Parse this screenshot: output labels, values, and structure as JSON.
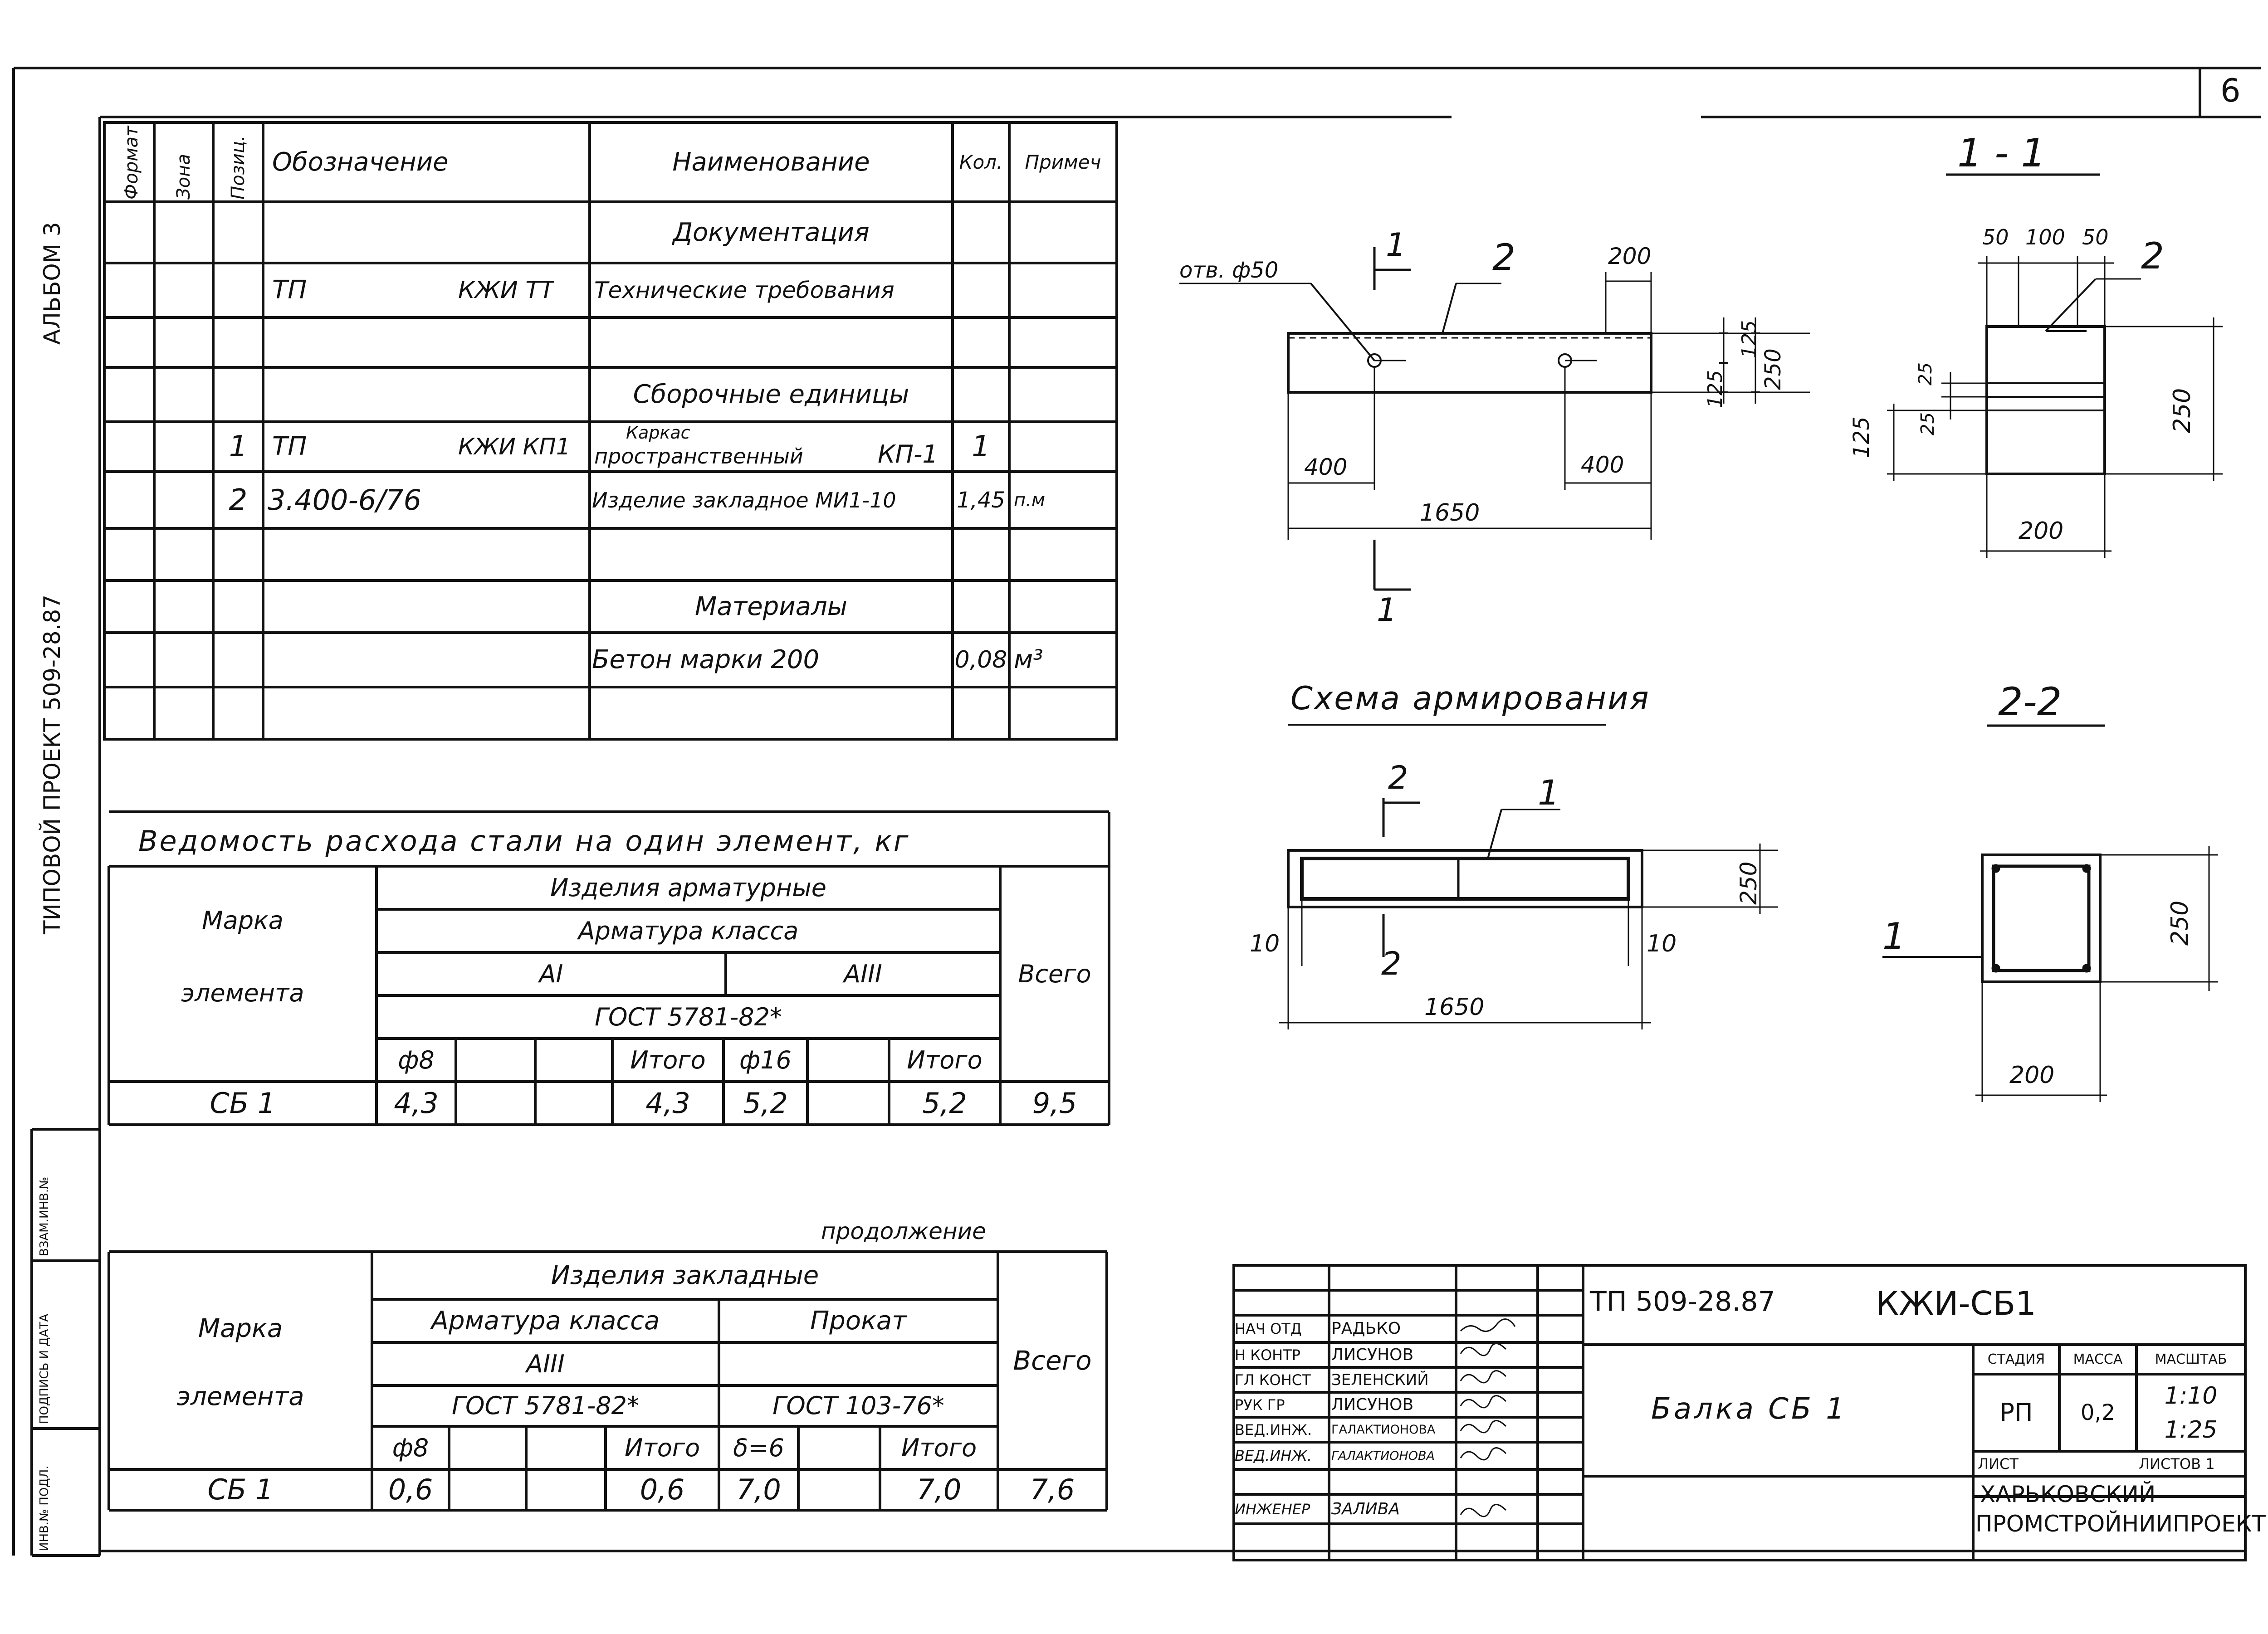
{
  "sheet_number": "6",
  "side_labels": {
    "album": "АЛЬБОМ 3",
    "project": "ТИПОВОЙ ПРОЕКТ 509-28.87",
    "inv_podl": "ИНВ.№ ПОДЛ.",
    "podpis": "ПОДПИСЬ И ДАТА",
    "vzam": "ВЗАМ.ИНВ.№"
  },
  "spec": {
    "headers": {
      "format": "Формат",
      "zona": "Зона",
      "poz": "Позиц.",
      "oboz": "Обозначение",
      "naim": "Наименование",
      "kol": "Кол.",
      "prim": "Примеч"
    },
    "documentation": "Документация",
    "tt_code_a": "ТП",
    "tt_code_b": "КЖИ ТТ",
    "tt_name": "Технические требования",
    "asm_title": "Сборочные единицы",
    "row1": {
      "poz": "1",
      "code_a": "ТП",
      "code_b": "КЖИ КП1",
      "name_a": "Каркас",
      "name_b": "пространственный",
      "name_c": "КП-1",
      "kol": "1"
    },
    "row2": {
      "poz": "2",
      "code": "3.400-6/76",
      "name": "Изделие закладное МИ1-10",
      "kol": "1,45",
      "prim": "п.м"
    },
    "mat_title": "Материалы",
    "row3": {
      "name": "Бетон марки 200",
      "kol": "0,08",
      "prim": "м³"
    }
  },
  "steel1": {
    "title": "Ведомость расхода стали на один элемент, кг",
    "marka_a": "Марка",
    "marka_b": "элемента",
    "izdelia": "Изделия арматурные",
    "armatura": "Арматура класса",
    "ai": "АI",
    "aiii": "АIII",
    "gost": "ГОСТ 5781-82*",
    "vsego": "Всего",
    "h_f8": "ф8",
    "h_itogo1": "Итого",
    "h_f16": "ф16",
    "h_itogo2": "Итого",
    "row": {
      "marka": "СБ 1",
      "f8": "4,3",
      "itogo1": "4,3",
      "f16": "5,2",
      "itogo2": "5,2",
      "vsego": "9,5"
    }
  },
  "steel2": {
    "continuation": "продолжение",
    "marka_a": "Марка",
    "marka_b": "элемента",
    "izdelia": "Изделия закладные",
    "armatura": "Арматура класса",
    "prokat": "Прокат",
    "aiii": "АIII",
    "gost1": "ГОСТ 5781-82*",
    "gost2": "ГОСТ 103-76*",
    "vsego": "Всего",
    "h_f8": "ф8",
    "h_itogo1": "Итого",
    "h_d6": "δ=6",
    "h_itogo2": "Итого",
    "row": {
      "marka": "СБ 1",
      "f8": "0,6",
      "itogo1": "0,6",
      "d6": "7,0",
      "itogo2": "7,0",
      "vsego": "7,6"
    }
  },
  "drawings": {
    "hole": "отв. ф50",
    "dim_200": "200",
    "dim_125a": "125",
    "dim_125b": "125",
    "dim_250": "250",
    "dim_400a": "400",
    "dim_400b": "400",
    "dim_1650": "1650",
    "cut1": "1",
    "cut1b": "1",
    "callout2": "2",
    "sec11_title": "1 - 1",
    "sec11_d50a": "50",
    "sec11_d100": "100",
    "sec11_d50b": "50",
    "sec11_d25a": "25",
    "sec11_d25b": "25",
    "sec11_d125": "125",
    "sec11_d250": "250",
    "sec11_d200": "200",
    "sec11_callout": "2",
    "scheme_title": "Схема армирования",
    "sch_cut2a": "2",
    "sch_cut2b": "2",
    "sch_callout1": "1",
    "sch_d250": "250",
    "sch_d10a": "10",
    "sch_d10b": "10",
    "sch_d1650": "1650",
    "sec22_title": "2-2",
    "sec22_callout": "1",
    "sec22_d250": "250",
    "sec22_d200": "200"
  },
  "stamp": {
    "code": "ТП 509-28.87",
    "doc": "КЖИ-СБ1",
    "title": "Балка СБ 1",
    "people": [
      {
        "role": "НАЧ ОТД",
        "name": "РАДЬКО"
      },
      {
        "role": "Н КОНТР",
        "name": "ЛИСУНОВ"
      },
      {
        "role": "ГЛ КОНСТ",
        "name": "ЗЕЛЕНСКИЙ"
      },
      {
        "role": "РУК ГР",
        "name": "ЛИСУНОВ"
      },
      {
        "role": "ВЕД.ИНЖ.",
        "name": "ГАЛАКТИОНОВА"
      },
      {
        "role": "ВЕД.ИНЖ.",
        "name": "ГАЛАКТИОНОВА"
      },
      {
        "role": "ИНЖЕНЕР",
        "name": "ЗАЛИВА"
      }
    ],
    "h_stadia": "СТАДИЯ",
    "h_massa": "МАССА",
    "h_masshtab": "МАСШТАБ",
    "stadia": "РП",
    "massa": "0,2",
    "scale1": "1:10",
    "scale2": "1:25",
    "list": "ЛИСТ",
    "listov": "ЛИСТОВ 1",
    "org1": "ХАРЬКОВСКИЙ",
    "org2": "ПРОМСТРОЙНИИПРОЕКТ"
  }
}
